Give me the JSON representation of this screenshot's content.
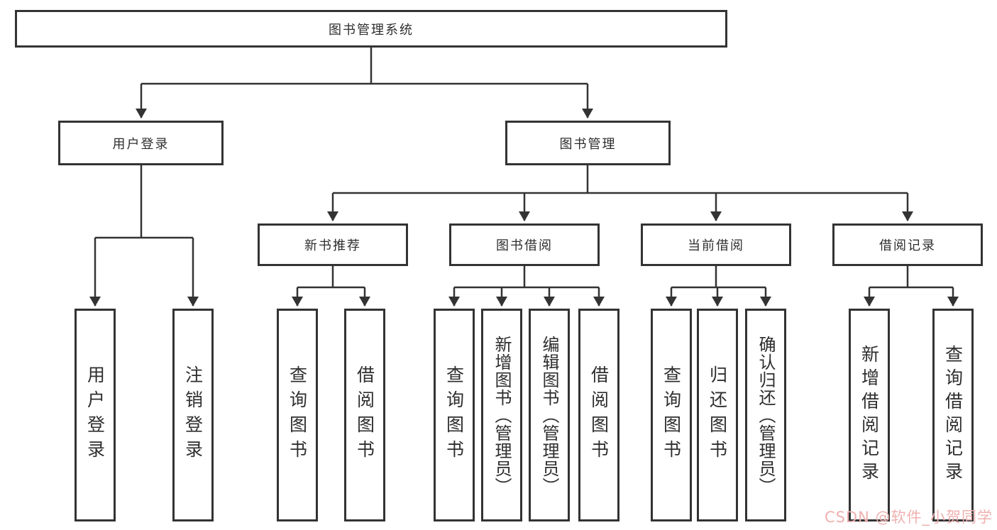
{
  "diagram": {
    "root": {
      "label": "图书管理系统"
    },
    "level2": [
      {
        "label": "用户登录",
        "children": [
          {
            "label": "用户登录"
          },
          {
            "label": "注销登录"
          }
        ]
      },
      {
        "label": "图书管理",
        "children": [
          {
            "label": "新书推荐",
            "children": [
              {
                "label": "查询图书"
              },
              {
                "label": "借阅图书"
              }
            ]
          },
          {
            "label": "图书借阅",
            "children": [
              {
                "label": "查询图书"
              },
              {
                "label": "新增图书（管理员）"
              },
              {
                "label": "编辑图书（管理员）"
              },
              {
                "label": "借阅图书"
              }
            ]
          },
          {
            "label": "当前借阅",
            "children": [
              {
                "label": "查询图书"
              },
              {
                "label": "归还图书"
              },
              {
                "label": "确认归还（管理员）"
              }
            ]
          },
          {
            "label": "借阅记录",
            "children": [
              {
                "label": "新增借阅记录"
              },
              {
                "label": "查询借阅记录"
              }
            ]
          }
        ]
      }
    ]
  },
  "watermark": {
    "text": "CSDN @软件_小贺同学",
    "color": "#f0b0b0"
  },
  "colors": {
    "line": "#333333",
    "box_border": "#333333",
    "text": "#2e2e2e",
    "background": "#ffffff"
  }
}
